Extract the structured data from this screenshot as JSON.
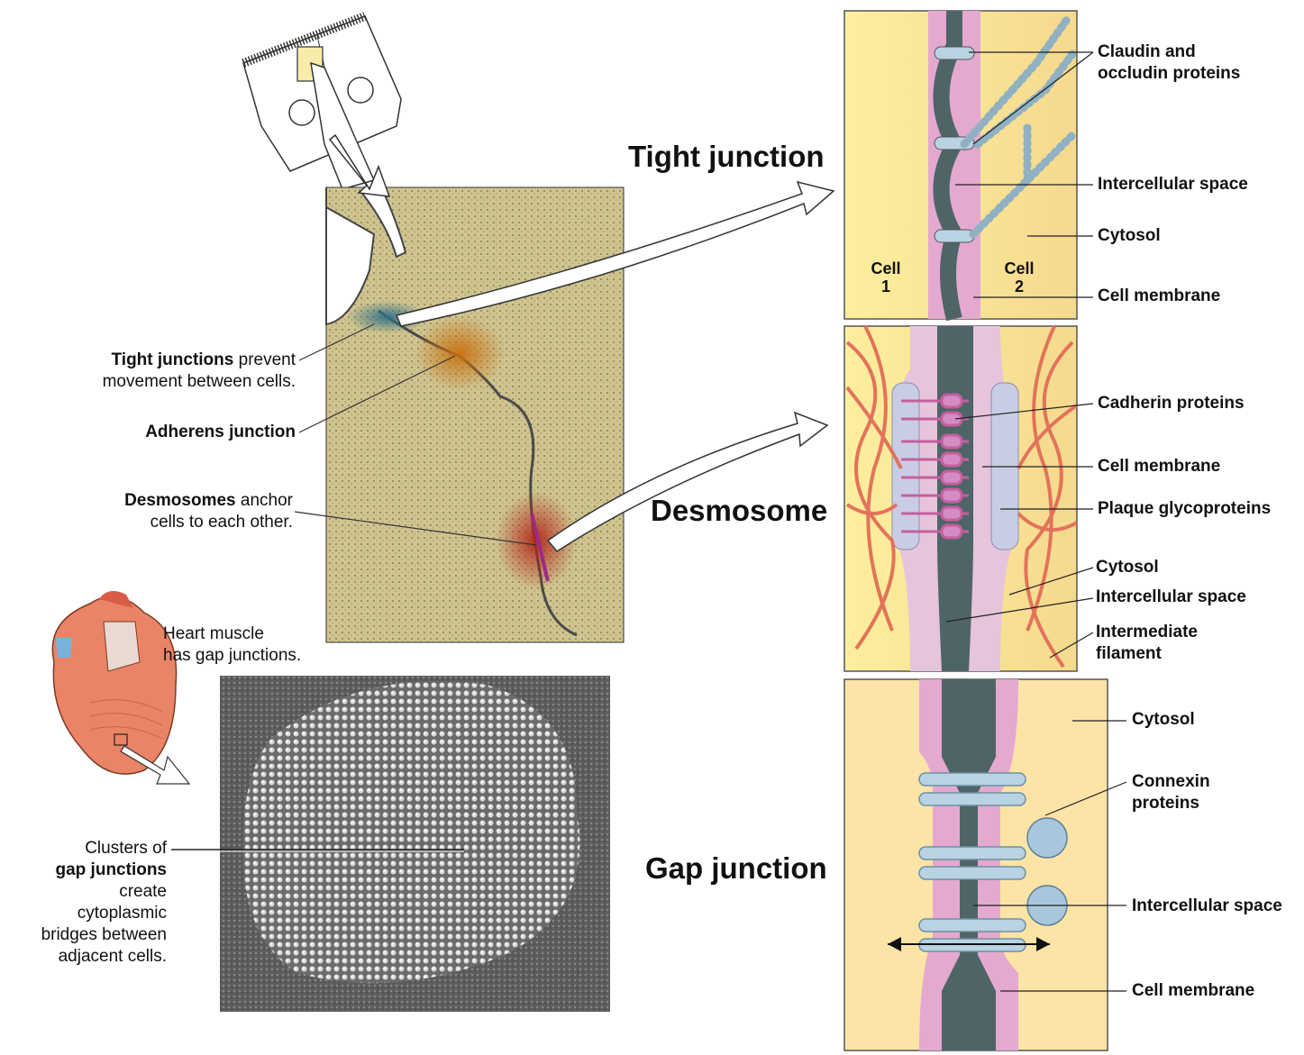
{
  "titles": {
    "tight": "Tight junction",
    "desmosome": "Desmosome",
    "gap": "Gap junction"
  },
  "left_labels": {
    "tight_bold": "Tight junctions",
    "tight_rest_1": " prevent",
    "tight_rest_2": "movement between cells.",
    "adherens": "Adherens junction",
    "desmo_bold": "Desmosomes",
    "desmo_rest_1": " anchor",
    "desmo_rest_2": "cells to each other.",
    "heart_1": "Heart muscle",
    "heart_2": "has gap junctions.",
    "clusters_1": "Clusters of",
    "clusters_bold": "gap junctions",
    "clusters_3": "create",
    "clusters_4": "cytoplasmic",
    "clusters_5": "bridges between",
    "clusters_6": "adjacent cells."
  },
  "tight_panel": {
    "cell1_a": "Cell",
    "cell1_b": "1",
    "cell2_a": "Cell",
    "cell2_b": "2",
    "labels": [
      "Claudin and",
      "occludin proteins",
      "Intercellular space",
      "Cytosol",
      "Cell membrane"
    ]
  },
  "desmo_panel": {
    "labels": [
      "Cadherin proteins",
      "Cell membrane",
      "Plaque glycoproteins",
      "Cytosol",
      "Intercellular space",
      "Intermediate",
      "filament"
    ]
  },
  "gap_panel": {
    "labels": [
      "Cytosol",
      "Connexin",
      "proteins",
      "Intercellular space",
      "Cell membrane"
    ]
  },
  "colors": {
    "panel_bg": "#fbe9a6",
    "membrane": "#e4a9cf",
    "space": "#4f6466",
    "protein": "#b9d3e2",
    "filament": "#e2735a",
    "micrograph": "#c9bd8a"
  }
}
